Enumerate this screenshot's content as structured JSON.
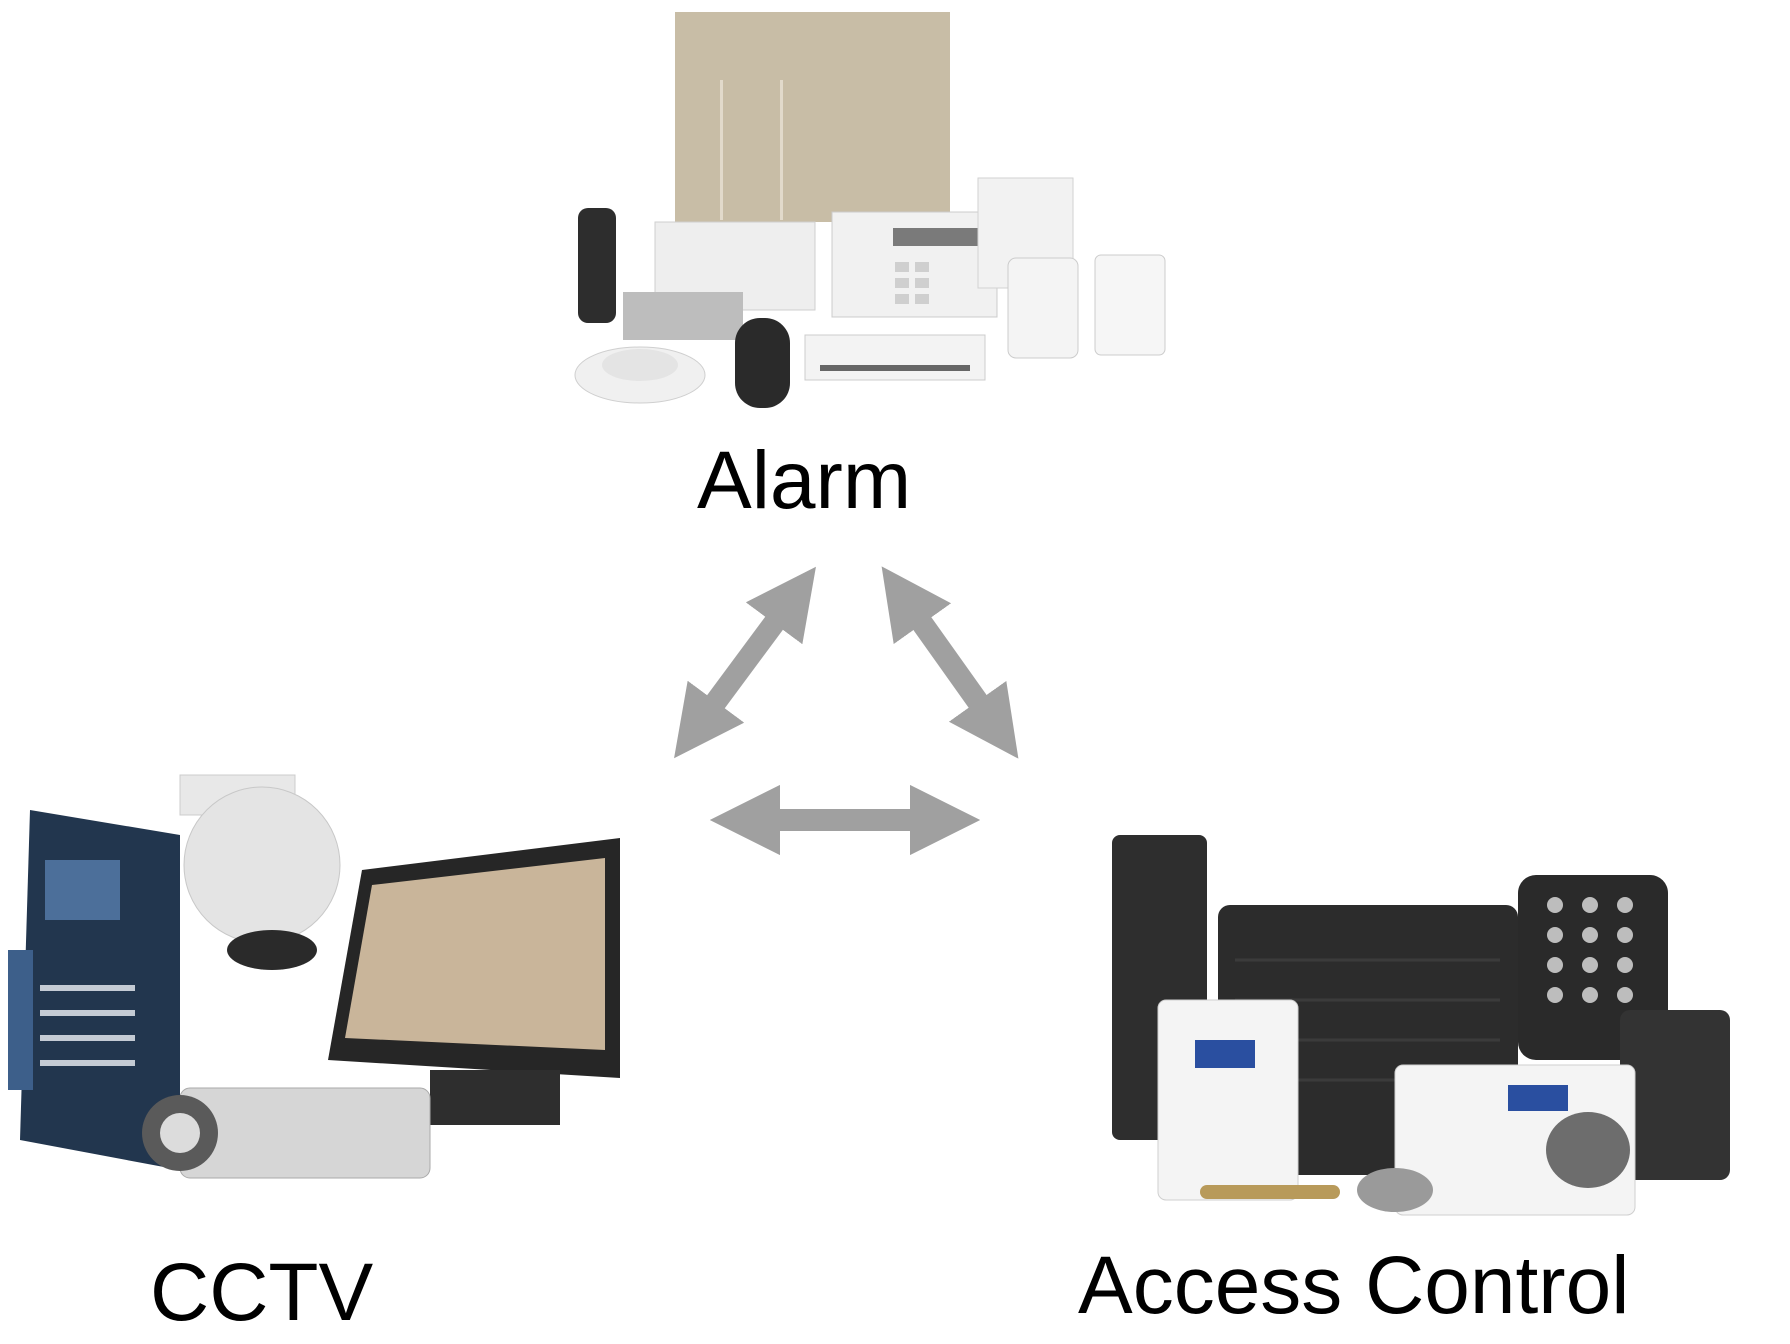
{
  "nodes": {
    "alarm": {
      "label": "Alarm"
    },
    "cctv": {
      "label": "CCTV"
    },
    "access": {
      "label": "Access Control"
    }
  },
  "colors": {
    "arrow": "#a0a0a0",
    "device_dark": "#2b2b2b",
    "device_light": "#ecebea",
    "panel_beige": "#c9bea8"
  }
}
